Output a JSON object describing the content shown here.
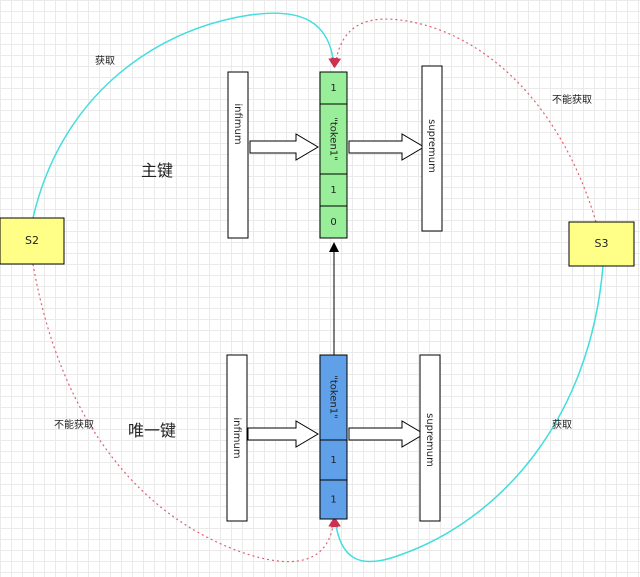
{
  "nodes": {
    "s2": "S2",
    "s3": "S3"
  },
  "labels": {
    "primary_key": "主键",
    "unique_key": "唯一键",
    "get_top_left": "获取",
    "cannot_get_top_right": "不能获取",
    "cannot_get_bottom_left": "不能获取",
    "get_bottom_right": "获取"
  },
  "primary_index": {
    "infimum": "infimum",
    "supremum": "supremum",
    "cells": [
      "1",
      "\"token1\"",
      "1",
      "0"
    ]
  },
  "unique_index": {
    "infimum": "infimum",
    "supremum": "supremum",
    "cells": [
      "\"token1\"",
      "1",
      "1"
    ]
  },
  "colors": {
    "green_cell": "#99ee99",
    "blue_cell": "#5fa0e8",
    "yellow_node": "#ffff88",
    "cyan_curve": "#44dddd",
    "pink_curve": "#e06070"
  }
}
